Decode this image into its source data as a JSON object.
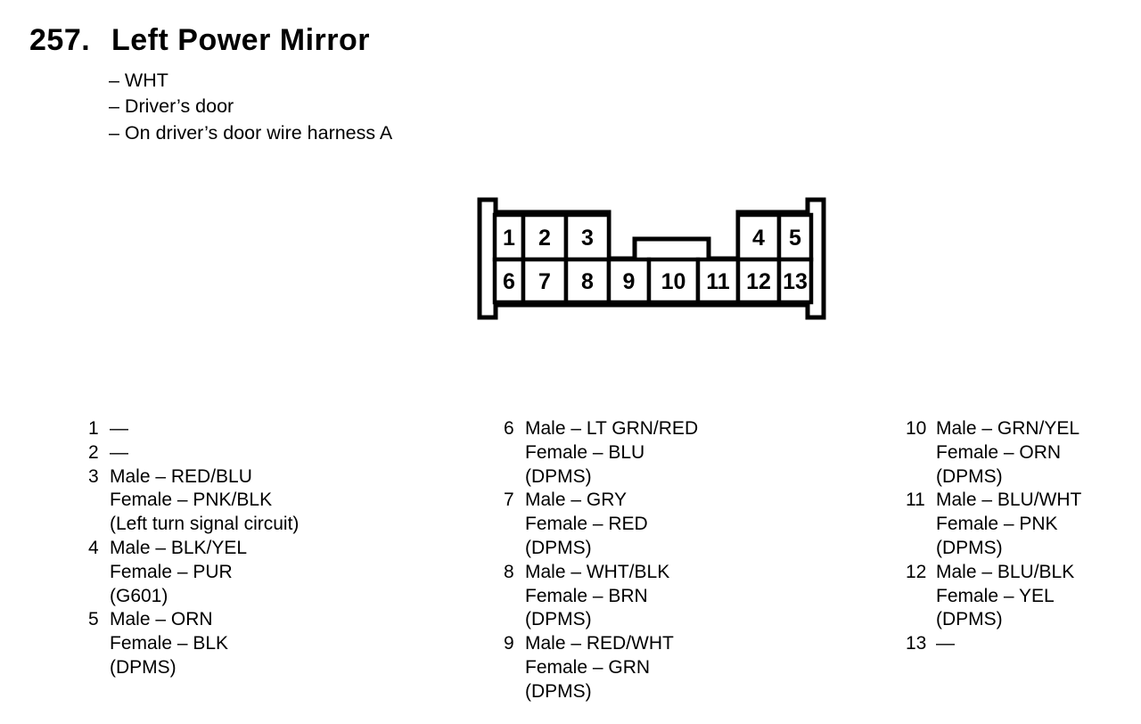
{
  "header": {
    "number": "257.",
    "title": "Left Power Mirror"
  },
  "notes": [
    "– WHT",
    "– Driver’s door",
    "– On driver’s door wire harness A"
  ],
  "connector": {
    "top_row_pins": [
      "1",
      "2",
      "3",
      "4",
      "5"
    ],
    "bottom_row_pins": [
      "6",
      "7",
      "8",
      "9",
      "10",
      "11",
      "12",
      "13"
    ]
  },
  "pin_details_columns": [
    {
      "entries": [
        {
          "num": "1",
          "lines": [
            "—"
          ]
        },
        {
          "num": "2",
          "lines": [
            "—"
          ]
        },
        {
          "num": "3",
          "lines": [
            "Male – RED/BLU",
            "Female – PNK/BLK",
            "(Left turn signal circuit)"
          ]
        },
        {
          "num": "4",
          "lines": [
            "Male – BLK/YEL",
            "Female – PUR",
            "(G601)"
          ]
        },
        {
          "num": "5",
          "lines": [
            "Male – ORN",
            "Female – BLK",
            "(DPMS)"
          ]
        }
      ]
    },
    {
      "entries": [
        {
          "num": "6",
          "lines": [
            "Male – LT GRN/RED",
            "Female – BLU",
            "(DPMS)"
          ]
        },
        {
          "num": "7",
          "lines": [
            "Male – GRY",
            "Female – RED",
            "(DPMS)"
          ]
        },
        {
          "num": "8",
          "lines": [
            "Male – WHT/BLK",
            "Female – BRN",
            "(DPMS)"
          ]
        },
        {
          "num": "9",
          "lines": [
            "Male – RED/WHT",
            "Female – GRN",
            "(DPMS)"
          ]
        }
      ]
    },
    {
      "entries": [
        {
          "num": "10",
          "lines": [
            "Male – GRN/YEL",
            "Female – ORN",
            "(DPMS)"
          ]
        },
        {
          "num": "11",
          "lines": [
            "Male – BLU/WHT",
            "Female – PNK",
            "(DPMS)"
          ]
        },
        {
          "num": "12",
          "lines": [
            "Male – BLU/BLK",
            "Female – YEL",
            "(DPMS)"
          ]
        },
        {
          "num": "13",
          "lines": [
            "—"
          ]
        }
      ]
    }
  ],
  "colors": {
    "ink": "#000000",
    "paper": "#ffffff"
  }
}
